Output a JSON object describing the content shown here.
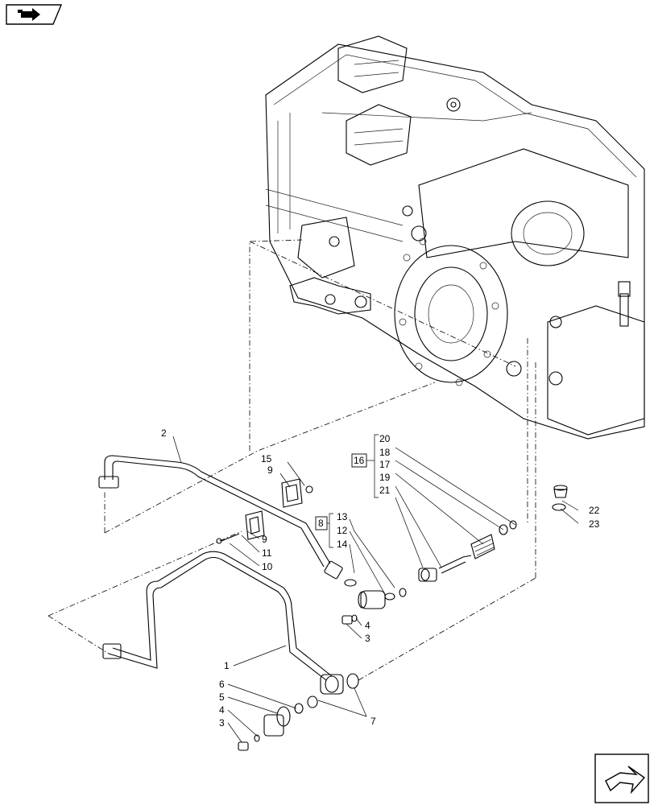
{
  "labels": {
    "l1": "1",
    "l2": "2",
    "l3a": "3",
    "l3b": "3",
    "l4a": "4",
    "l4b": "4",
    "l5": "5",
    "l6": "6",
    "l7": "7",
    "l8": "8",
    "l9a": "9",
    "l9b": "9",
    "l10": "10",
    "l11": "11",
    "l12": "12",
    "l13": "13",
    "l14": "14",
    "l15": "15",
    "l16": "16",
    "l17": "17",
    "l18": "18",
    "l19": "19",
    "l20": "20",
    "l21": "21",
    "l22": "22",
    "l23": "23"
  },
  "icons": {
    "top_left": "folder-arrow-icon",
    "bottom_right": "next-page-arrow-icon"
  },
  "colors": {
    "line": "#000000",
    "background": "#ffffff"
  }
}
